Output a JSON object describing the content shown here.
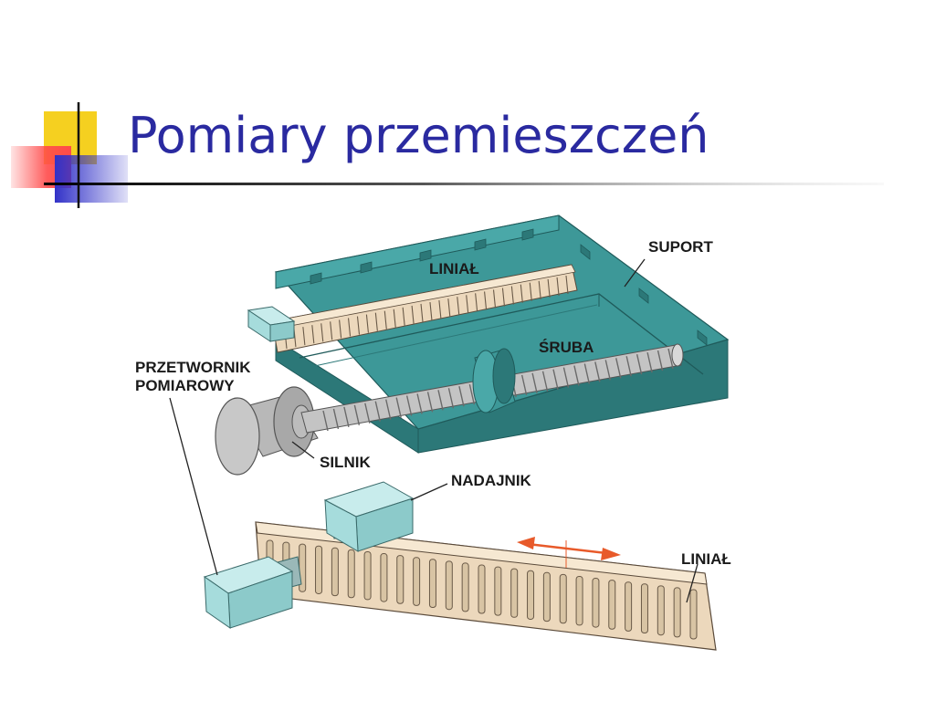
{
  "slide": {
    "title": "Pomiary przemieszczeń"
  },
  "labels": {
    "linial_top": "LINIAŁ",
    "suport": "SUPORT",
    "sruba": "ŚRUBA",
    "przetwornik_line1": "PRZETWORNIK",
    "przetwornik_line2": "POMIAROWY",
    "silnik": "SILNIK",
    "nadajnik": "NADAJNIK",
    "linial_bottom": "LINIAŁ"
  },
  "colors": {
    "title": "#2a2aa0",
    "carriage": "#3d9898",
    "carriage_dark": "#2c7878",
    "ruler": "#ecd8bc",
    "sensor": "#a6dcdc",
    "motor": "#c0c0c0",
    "arrow": "#e85a2a",
    "deco_yellow": "#f5d020",
    "deco_red": "#ff4a4a",
    "deco_blue": "#3232c8"
  },
  "counts": {
    "top_ruler_ticks": 32,
    "bottom_ruler_slots": 27
  }
}
